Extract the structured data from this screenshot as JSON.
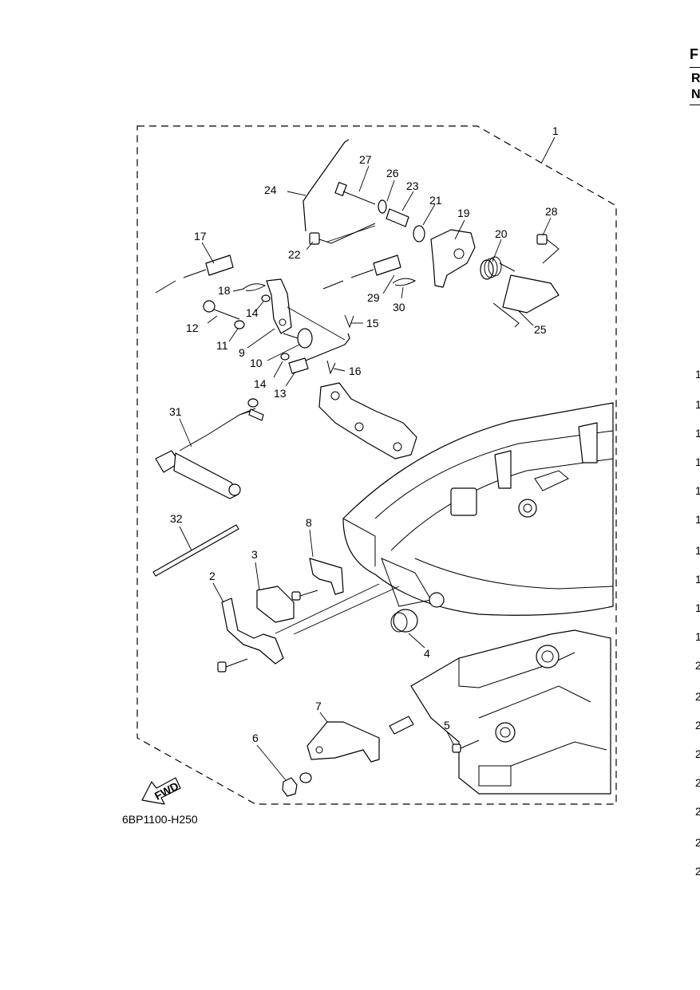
{
  "diagram": {
    "drawing_code": "6BP1100-H250",
    "fwd_label": "FWD",
    "callouts": [
      "1",
      "2",
      "3",
      "4",
      "5",
      "6",
      "7",
      "8",
      "9",
      "10",
      "11",
      "12",
      "13",
      "14",
      "14",
      "15",
      "16",
      "17",
      "18",
      "19",
      "20",
      "21",
      "22",
      "23",
      "24",
      "25",
      "26",
      "27",
      "28",
      "29",
      "30",
      "31",
      "32"
    ]
  },
  "edge_fragments": {
    "letters": [
      "F",
      "R",
      "N"
    ],
    "numbers": [
      "1",
      "1",
      "1",
      "1",
      "1",
      "1",
      "1",
      "1",
      "1",
      "1",
      "2",
      "2",
      "2",
      "2",
      "2",
      "2",
      "2",
      "2"
    ]
  }
}
